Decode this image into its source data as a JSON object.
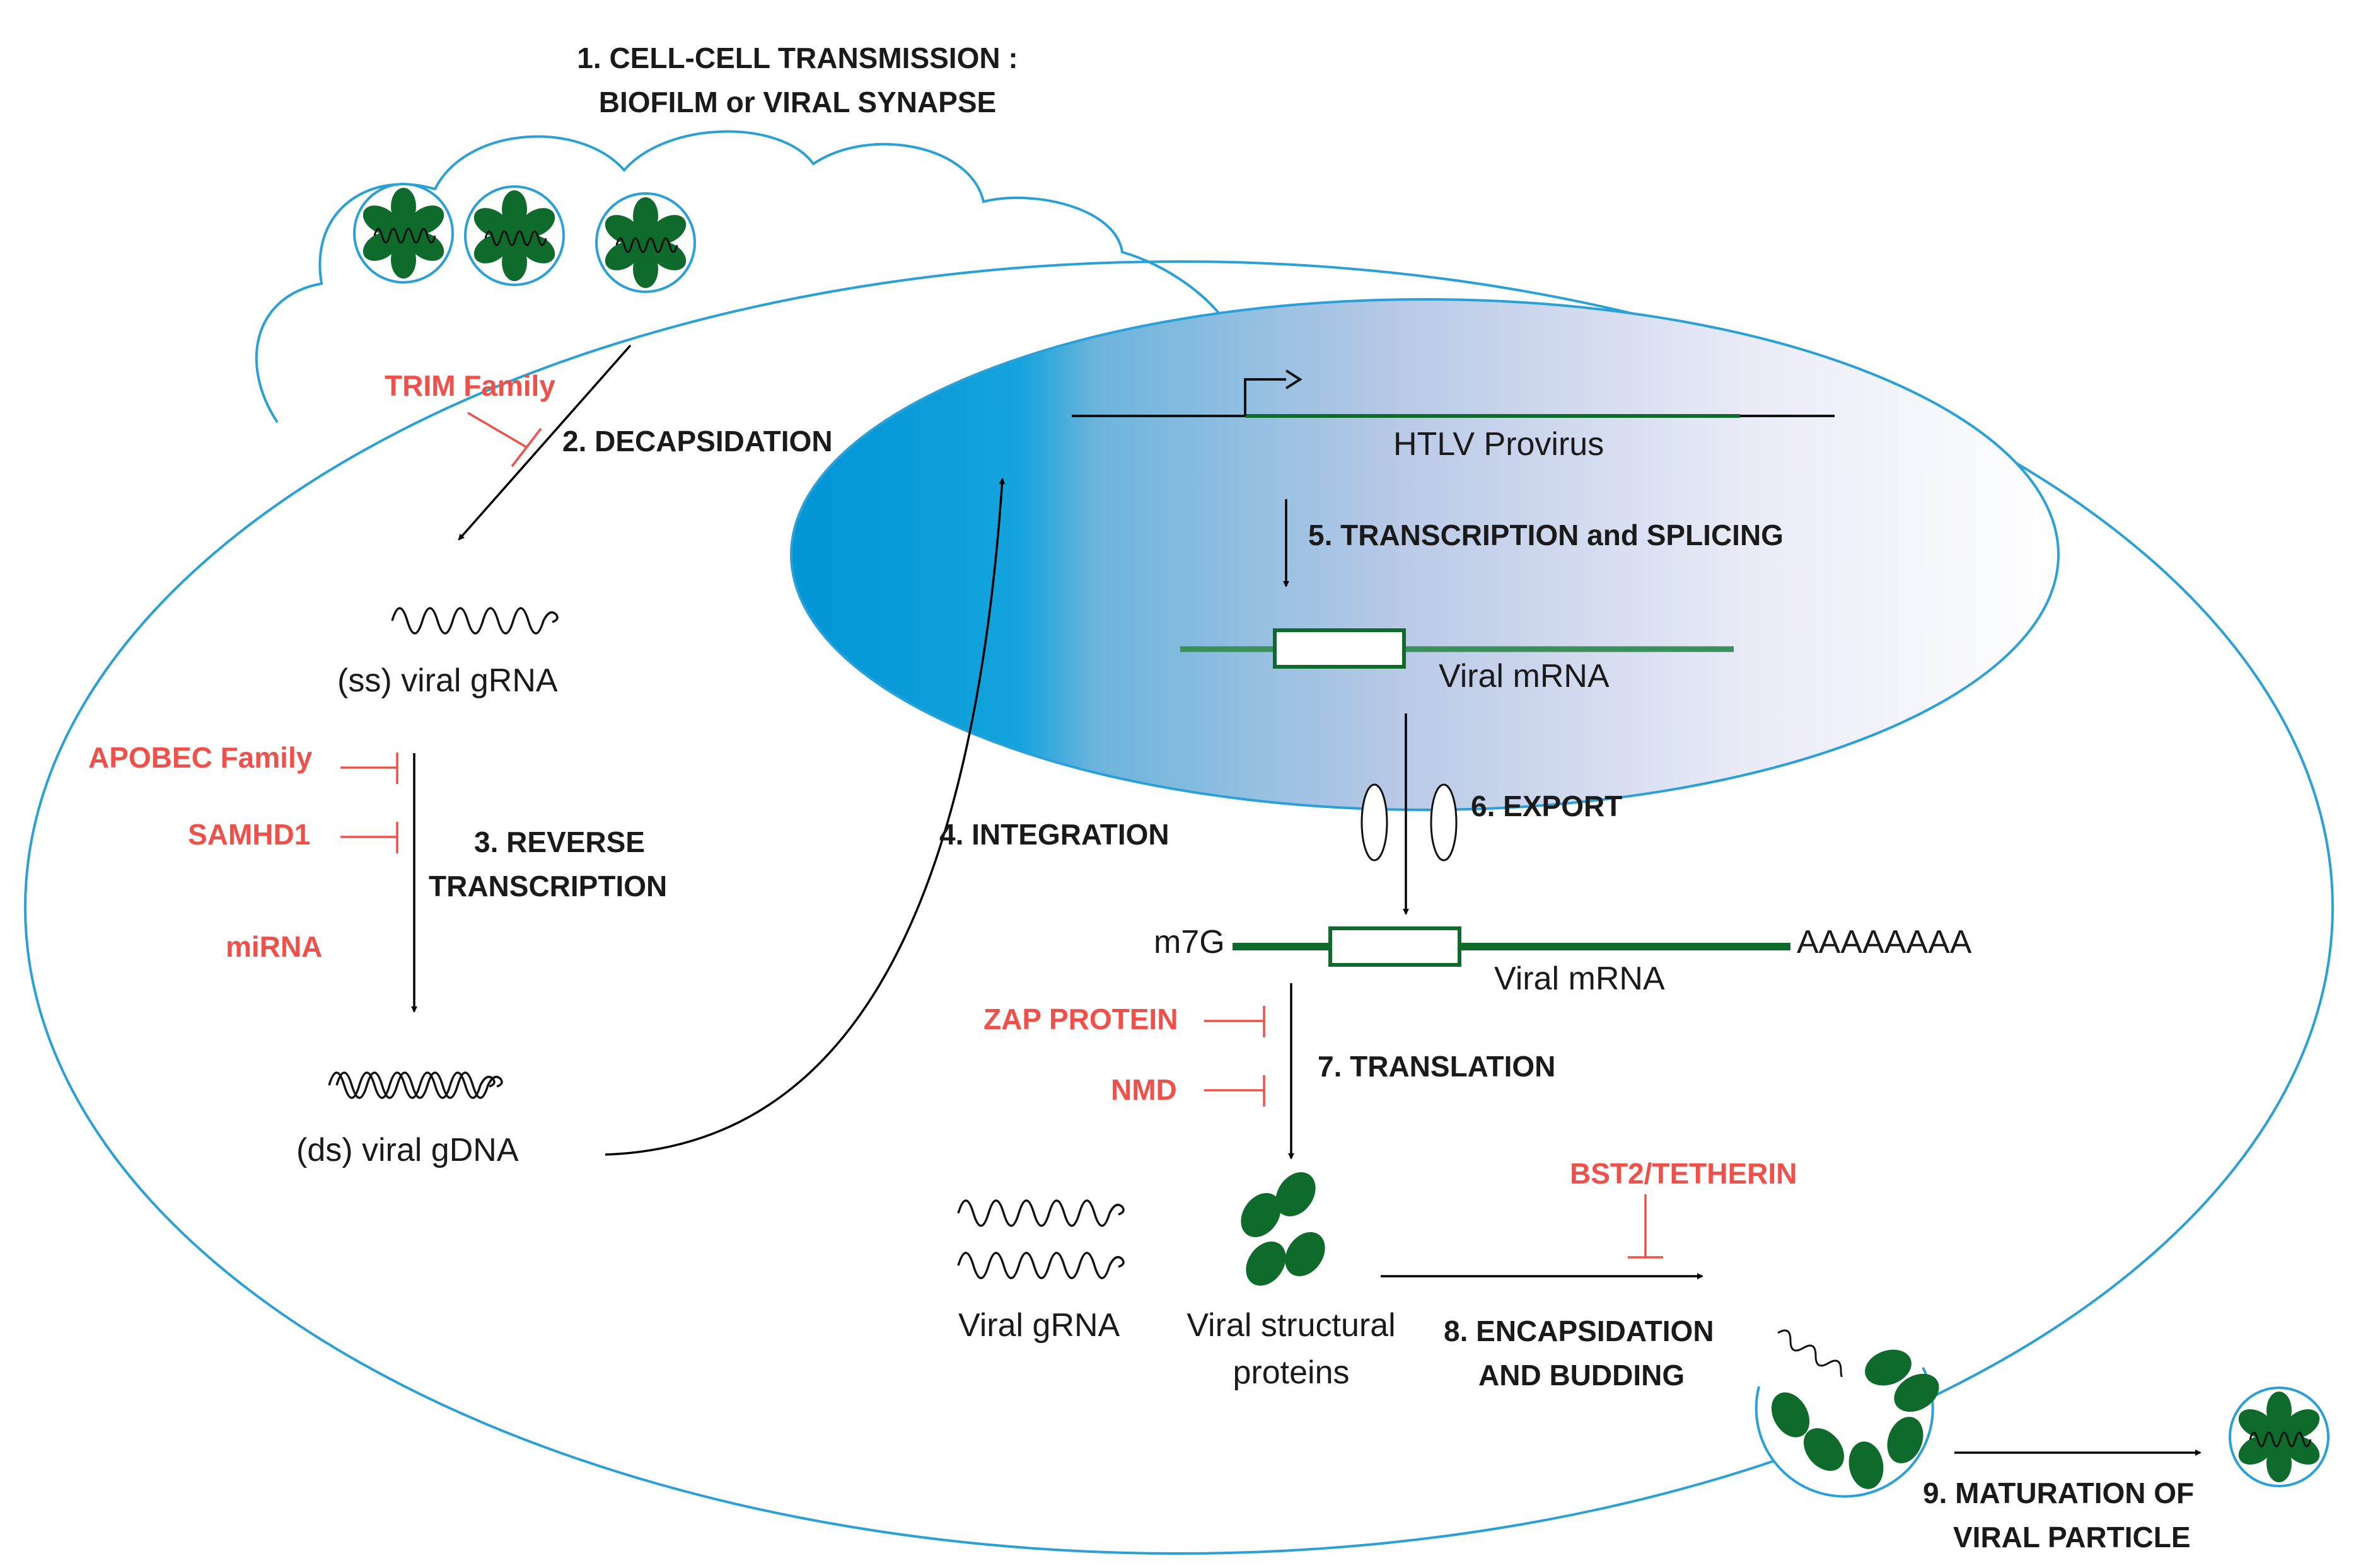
{
  "steps": {
    "s1_line1": "1. CELL-CELL TRANSMISSION :",
    "s1_line2": "BIOFILM or VIRAL SYNAPSE",
    "s2": "2. DECAPSIDATION",
    "s3_line1": "3. REVERSE",
    "s3_line2": "TRANSCRIPTION",
    "s4": "4. INTEGRATION",
    "s5": "5. TRANSCRIPTION and SPLICING",
    "s6": "6. EXPORT",
    "s7": "7. TRANSLATION",
    "s8_line1": "8. ENCAPSIDATION",
    "s8_line2": "AND BUDDING",
    "s9_line1": "9. MATURATION OF",
    "s9_line2": "VIRAL PARTICLE"
  },
  "restriction_factors": {
    "trim": "TRIM Family",
    "apobec": "APOBEC Family",
    "samhd1": "SAMHD1",
    "mirna": "miRNA",
    "zap": "ZAP PROTEIN",
    "nmd": "NMD",
    "bst2": "BST2/TETHERIN"
  },
  "labels": {
    "ss_rna": "(ss) viral gRNA",
    "ds_dna": "(ds) viral gDNA",
    "provirus": "HTLV Provirus",
    "mrna_nuclear": "Viral mRNA",
    "m7g": "m7G",
    "mrna_cyto": "Viral mRNA",
    "polya": "AAAAAAAA",
    "viral_grna": "Viral gRNA",
    "structural_line1": "Viral structural",
    "structural_line2": "proteins"
  },
  "colors": {
    "restriction_factor": "#f0504a",
    "membrane": "#2aa0d6",
    "nucleus": "#0099d8",
    "viral_protein": "#0f6b2c",
    "text": "#1a1a1a"
  }
}
